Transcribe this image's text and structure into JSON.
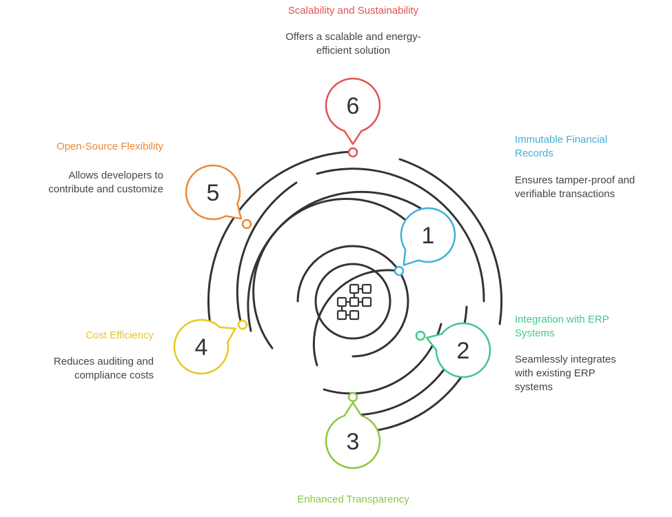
{
  "steps": [
    {
      "number": "1",
      "title": "Immutable Financial Records",
      "description": "Ensures tamper-proof and verifiable transactions",
      "color": "#3bb0d8"
    },
    {
      "number": "2",
      "title": "Integration with ERP Systems",
      "description": "Seamlessly integrates with existing ERP systems",
      "color": "#3ec98a"
    },
    {
      "number": "3",
      "title": "Enhanced Transparency",
      "description": "",
      "color": "#8cc63f"
    },
    {
      "number": "4",
      "title": "Cost Efficiency",
      "description": "Reduces auditing and compliance costs",
      "color": "#e8c81e"
    },
    {
      "number": "5",
      "title": "Open-Source Flexibility",
      "description": "Allows developers to contribute and customize",
      "color": "#e8893a"
    },
    {
      "number": "6",
      "title": "Scalability and Sustainability",
      "description": "Offers a scalable and energy-efficient solution",
      "color": "#e05252"
    }
  ],
  "center_icon": "blockchain-blocks-icon"
}
